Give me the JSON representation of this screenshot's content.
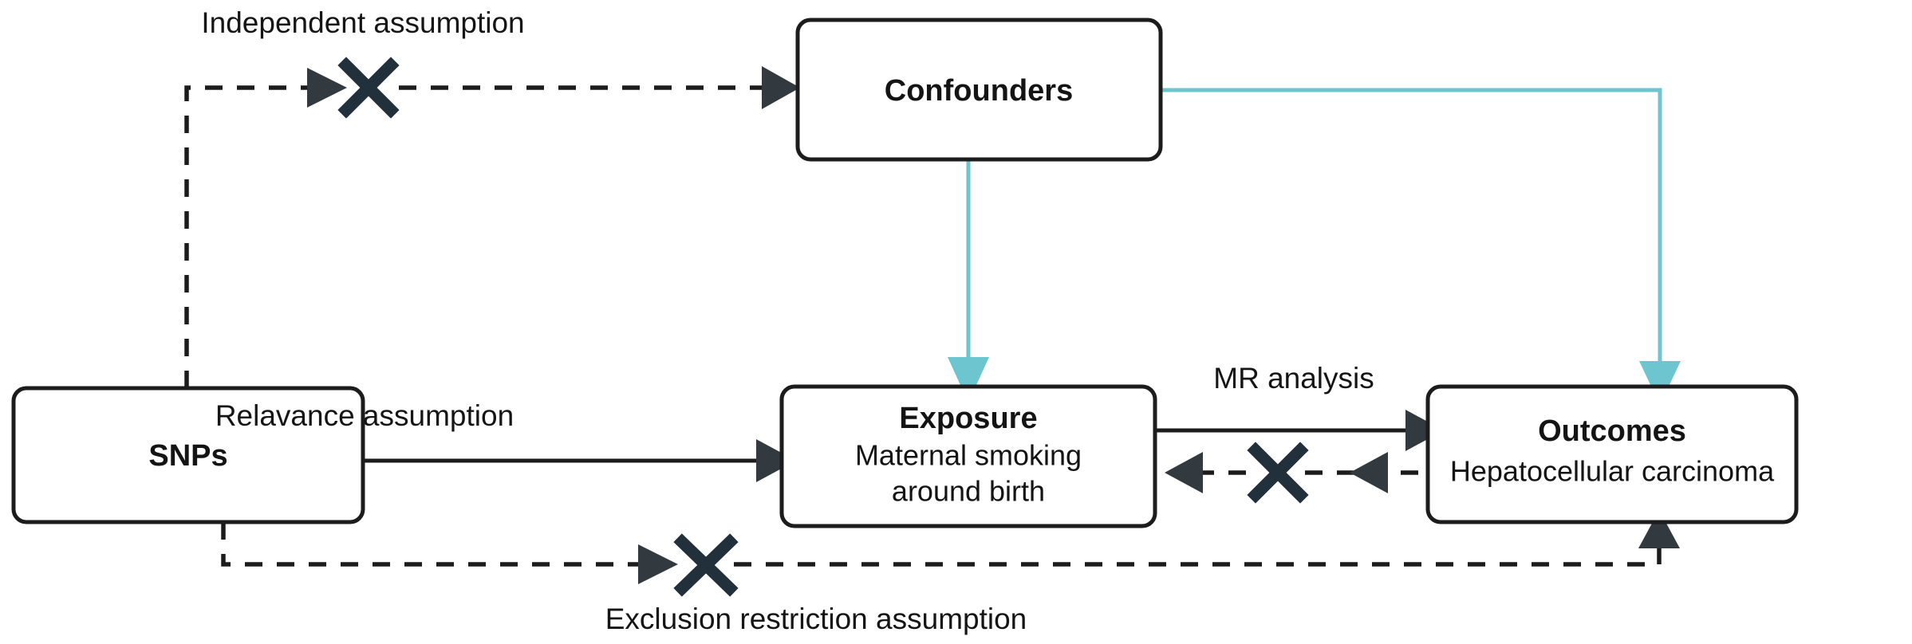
{
  "figure": {
    "kind": "mendelian-randomization-diagram",
    "background_color": "#ffffff",
    "accent_color": "#6cc5cf",
    "line_color": "#1c1c1c",
    "x_mark_color": "#22303c"
  },
  "nodes": {
    "snps": {
      "title": "SNPs",
      "subtitle": ""
    },
    "confounders": {
      "title": "Confounders",
      "subtitle": ""
    },
    "exposure": {
      "title": "Exposure",
      "subtitle_line1": "Maternal smoking",
      "subtitle_line2": "around birth"
    },
    "outcomes": {
      "title": "Outcomes",
      "subtitle": "Hepatocellular carcinoma"
    }
  },
  "edge_labels": {
    "independent_assumption": "Independent assumption",
    "relavance_assumption": "Relavance assumption",
    "mr_analysis": "MR analysis",
    "exclusion_restriction_assumption": "Exclusion restriction assumption"
  },
  "edges": [
    {
      "name": "snps-to-confounders",
      "style": "dashed",
      "blocked": true,
      "label": "Independent assumption"
    },
    {
      "name": "snps-to-exposure",
      "style": "solid",
      "blocked": false,
      "label": "Relavance assumption"
    },
    {
      "name": "exposure-to-outcomes",
      "style": "solid",
      "blocked": false,
      "label": "MR analysis"
    },
    {
      "name": "outcomes-to-exposure-reverse",
      "style": "dashed",
      "blocked": true,
      "label": ""
    },
    {
      "name": "snps-to-outcomes-direct",
      "style": "dashed",
      "blocked": true,
      "label": "Exclusion restriction assumption"
    },
    {
      "name": "confounders-to-exposure",
      "style": "solid-teal",
      "blocked": false,
      "label": ""
    },
    {
      "name": "confounders-to-outcomes",
      "style": "solid-teal",
      "blocked": false,
      "label": ""
    }
  ],
  "icons": {
    "blocked": "x-mark-icon",
    "arrowhead": "arrowhead-icon"
  }
}
